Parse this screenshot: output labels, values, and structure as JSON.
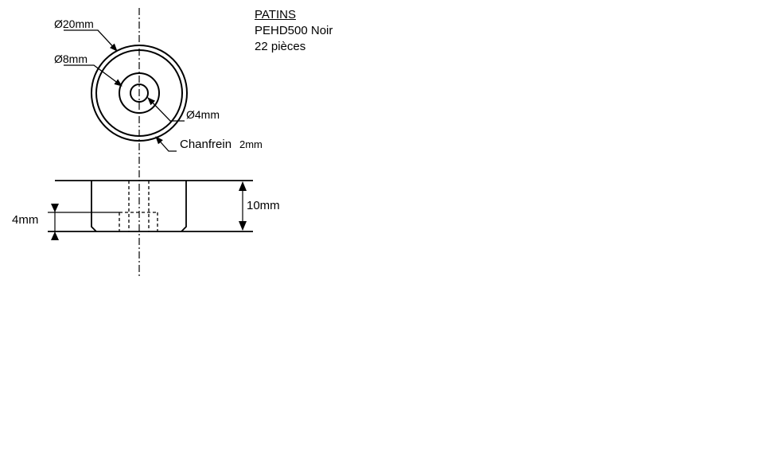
{
  "title_block": {
    "part_name": "PATINS",
    "material": "PEHD500 Noir",
    "quantity": "22 pièces"
  },
  "dimensions": {
    "outer_diameter": "Ø20mm",
    "middle_diameter": "Ø8mm",
    "hole_diameter": "Ø4mm",
    "chamfer": "Chanfrein",
    "chamfer_value": "2mm",
    "total_height": "10mm",
    "counterbore_depth": "4mm"
  }
}
